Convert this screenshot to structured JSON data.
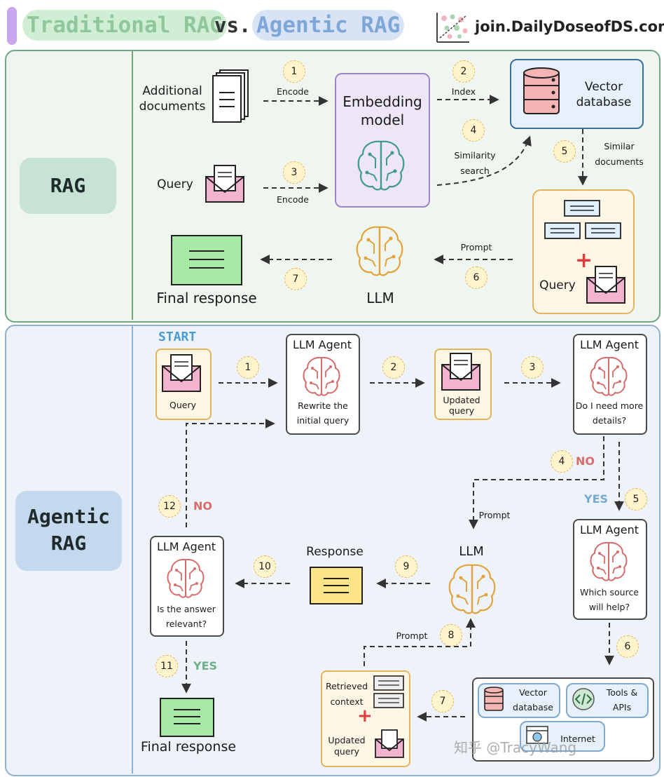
{
  "header": {
    "title_left": "Traditional RAG",
    "vs": "vs.",
    "title_right": "Agentic RAG",
    "brand": "join.DailyDoseofDS.com"
  },
  "rag": {
    "section_label": "RAG",
    "additional_documents": "Additional documents",
    "query": "Query",
    "embedding_model": "Embedding model",
    "vector_database": "Vector database",
    "step1": "1",
    "encode1": "Encode",
    "step2": "2",
    "index": "Index",
    "step3": "3",
    "encode3": "Encode",
    "step4": "4",
    "similarity_search": "Similarity search",
    "step5": "5",
    "similar_documents": "Similar documents",
    "step6": "6",
    "prompt": "Prompt",
    "step7": "7",
    "llm": "LLM",
    "query_in_box": "Query",
    "final_response": "Final response"
  },
  "agentic": {
    "section_label": "Agentic RAG",
    "start": "START",
    "query": "Query",
    "agent1_title": "LLM Agent",
    "agent1_caption": "Rewrite the initial query",
    "updated_query": "Updated query",
    "agent2_title": "LLM Agent",
    "agent2_caption": "Do I need more details?",
    "agent3_title": "LLM Agent",
    "agent3_caption": "Which source will help?",
    "agent4_title": "LLM Agent",
    "agent4_caption": "Is the answer relevant?",
    "step1": "1",
    "step2": "2",
    "step3": "3",
    "step4": "4",
    "step5": "5",
    "step6": "6",
    "step7": "7",
    "step8": "8",
    "step9": "9",
    "step10": "10",
    "step11": "11",
    "step12": "12",
    "no4": "NO",
    "yes5": "YES",
    "no12": "NO",
    "yes11": "YES",
    "prompt_llm": "Prompt",
    "prompt8": "Prompt",
    "llm": "LLM",
    "response": "Response",
    "retrieved_context": "Retrieved context",
    "updated_query_ctx": "Updated query",
    "source_vector": "Vector database",
    "source_tools": "Tools & APIs",
    "source_internet": "Internet",
    "final_response": "Final response"
  },
  "watermark": "知乎 @TracyWang",
  "colors": {
    "rag_panel_bg": "#eef6ef",
    "agentic_panel_bg": "#eef3f9",
    "embedding_box": "#ece6f6",
    "vector_db_box": "#e6f1fb",
    "retrieval_box": "#fff6e5",
    "final_response_fill": "#a6eaa6",
    "response_fill": "#ffe58a",
    "brain_green": "#3f9a86",
    "brain_orange": "#e3a33a",
    "brain_red": "#d76b6b",
    "step_circle": "#fff4cc"
  }
}
